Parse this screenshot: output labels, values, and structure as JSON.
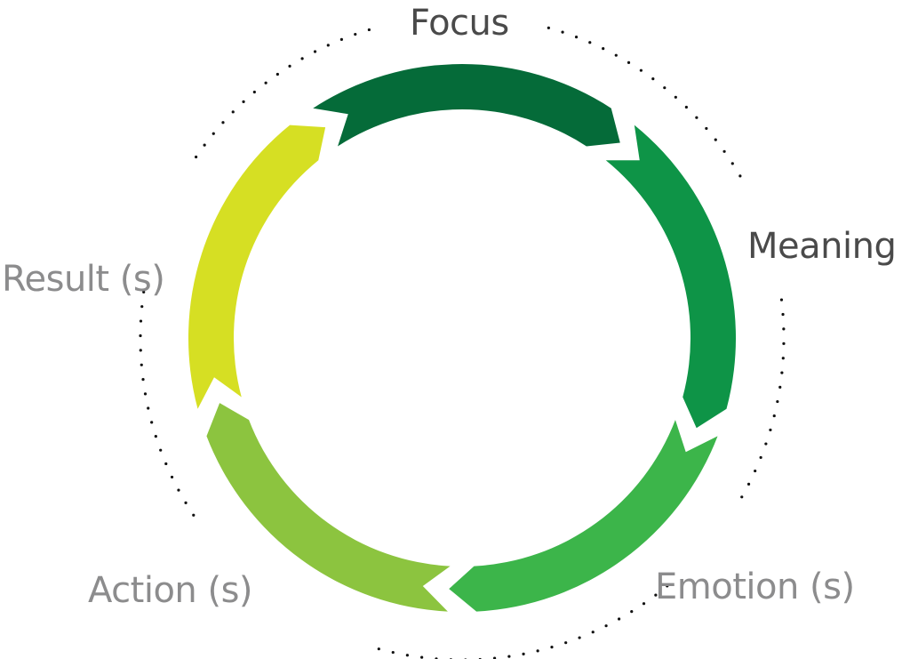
{
  "diagram": {
    "type": "cycle",
    "direction": "clockwise",
    "steps": [
      {
        "label": "Focus",
        "color": "#056b39",
        "tone": "dark"
      },
      {
        "label": "Meaning",
        "color": "#0e9447",
        "tone": "dark"
      },
      {
        "label": "Emotion (s)",
        "color": "#3cb54a",
        "tone": "light"
      },
      {
        "label": "Action (s)",
        "color": "#8cc43f",
        "tone": "light"
      },
      {
        "label": "Result (s)",
        "color": "#d6df23",
        "tone": "light"
      }
    ],
    "text_colors": {
      "dark": "#4a4a4a",
      "light": "#8c8c8d"
    },
    "outer_ring_style": "dotted"
  }
}
